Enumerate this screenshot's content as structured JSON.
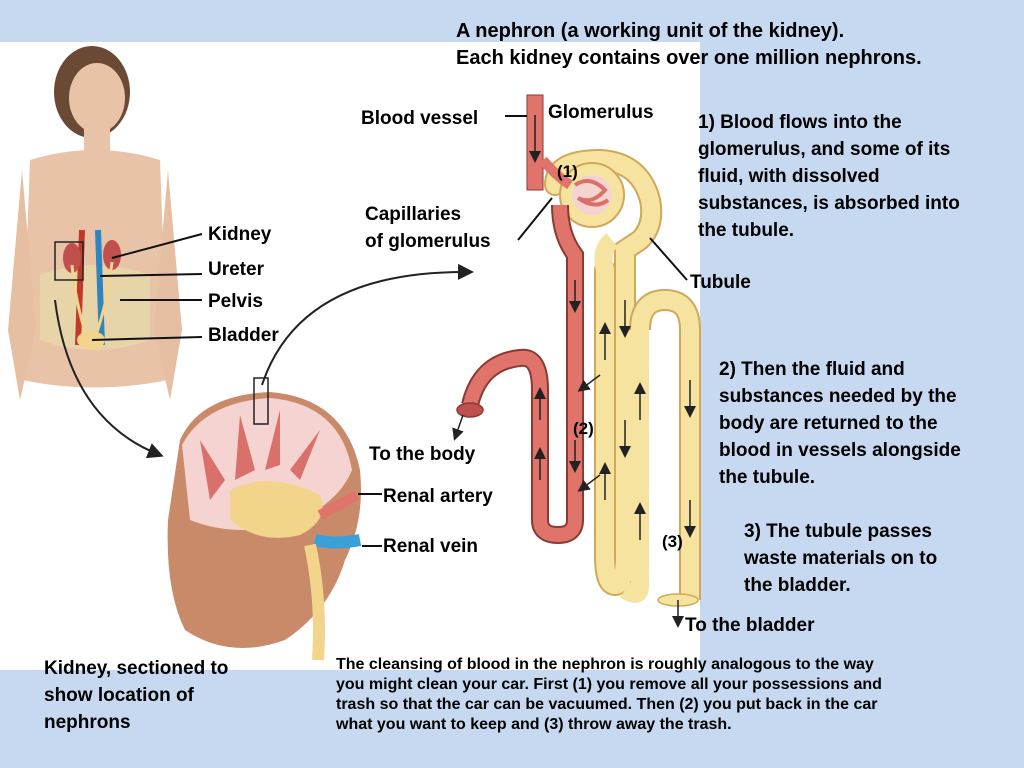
{
  "header": {
    "line1": "A nephron (a working unit of the kidney).",
    "line2": "Each kidney contains over one million nephrons."
  },
  "labels": {
    "kidney": "Kidney",
    "ureter": "Ureter",
    "pelvis": "Pelvis",
    "bladder": "Bladder",
    "blood_vessel": "Blood vessel",
    "glomerulus": "Glomerulus",
    "capillaries_line1": "Capillaries",
    "capillaries_line2": "of glomerulus",
    "tubule": "Tubule",
    "to_the_body": "To the body",
    "renal_artery": "Renal artery",
    "renal_vein": "Renal vein",
    "to_the_bladder": "To the bladder",
    "marker1": "(1)",
    "marker2": "(2)",
    "marker3": "(3)"
  },
  "steps": [
    {
      "lines": [
        "1) Blood flows into the",
        "glomerulus, and some of its",
        "fluid, with dissolved",
        "substances, is absorbed into",
        "the tubule."
      ]
    },
    {
      "lines": [
        "2) Then the fluid and",
        "substances needed by the",
        "body are returned to the",
        "blood in vessels alongside",
        "the tubule."
      ]
    },
    {
      "lines": [
        "3) The tubule passes",
        "waste materials on to",
        "the bladder."
      ]
    }
  ],
  "caption": {
    "lines": [
      "Kidney, sectioned to",
      "show location of",
      "nephrons"
    ]
  },
  "analogy": {
    "lines": [
      "The cleansing of blood in the nephron is roughly analogous to the way",
      "you might clean your car. First (1) you remove all your possessions and",
      "trash so that the car can be vacuumed. Then (2) you put back in the car",
      "what you want to keep and (3) throw away the trash."
    ]
  },
  "colors": {
    "band": "#c6d9f0",
    "artery": "#e0736a",
    "tubule": "#f7e3a0",
    "vein": "#3aa0d8",
    "kidney_flesh": "#c98a6a",
    "skin": "#e9c3a8"
  }
}
